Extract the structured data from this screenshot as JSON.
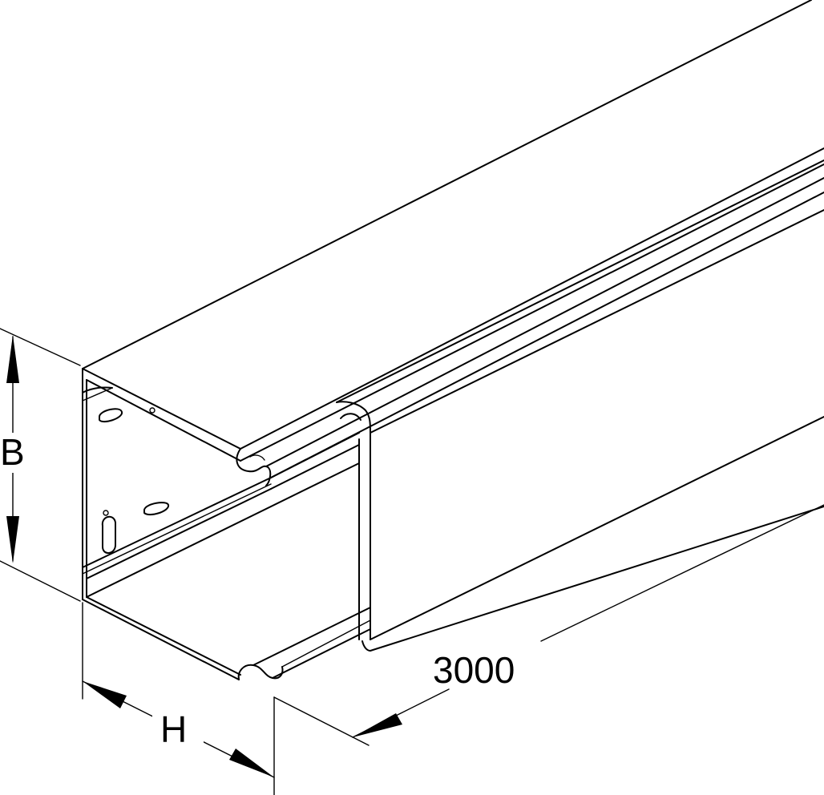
{
  "dimensions": {
    "height_label": "B",
    "width_label": "H",
    "length_label": "3000"
  },
  "colors": {
    "line": "#000000",
    "background": "#ffffff"
  }
}
